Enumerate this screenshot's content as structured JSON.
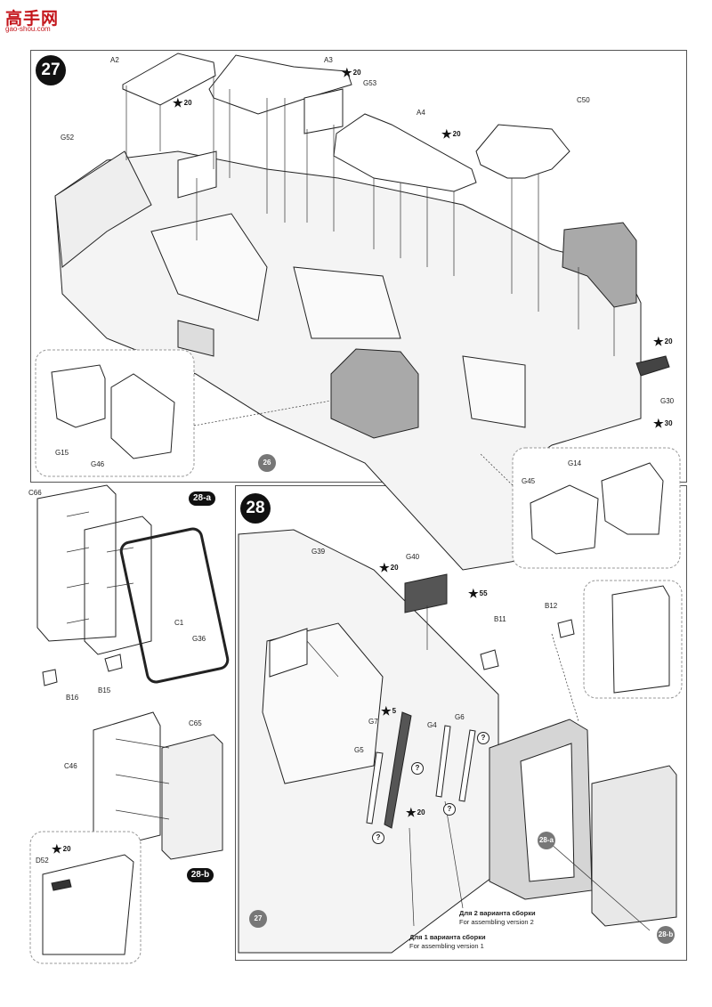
{
  "logo": {
    "brand": "高手网",
    "url": "gao-shou.com"
  },
  "steps": {
    "s27": "27",
    "s28": "28",
    "s28a": "28-a",
    "s28b": "28-b"
  },
  "refs": {
    "r26": "26",
    "r27": "27",
    "r28a": "28-a",
    "r28b": "28-b"
  },
  "labels": {
    "A2": "A2",
    "A3": "A3",
    "G53": "G53",
    "A4": "A4",
    "C50": "C50",
    "G52": "G52",
    "G15": "G15",
    "G46": "G46",
    "G30": "G30",
    "G14": "G14",
    "G45": "G45",
    "C66": "C66",
    "C1": "C1",
    "G36": "G36",
    "B16": "B16",
    "B15": "B15",
    "C65": "C65",
    "C46": "C46",
    "D52": "D52",
    "G39": "G39",
    "G40": "G40",
    "B11": "B11",
    "B12": "B12",
    "G7": "G7",
    "G4": "G4",
    "G6": "G6",
    "G5": "G5"
  },
  "stars": {
    "s20a": "20",
    "s20b": "20",
    "s20c": "20",
    "s20d": "20",
    "s30": "30",
    "s20e": "20",
    "s55": "55",
    "s5": "5",
    "s20f": "20",
    "s20g": "20"
  },
  "notes": {
    "v2_ru": "Для 2 варианта сборки",
    "v2_en": "For assembling version 2",
    "v1_ru": "Для 1 варианта сборки",
    "v1_en": "For assembling version 1"
  },
  "icons": {
    "question": "?"
  }
}
